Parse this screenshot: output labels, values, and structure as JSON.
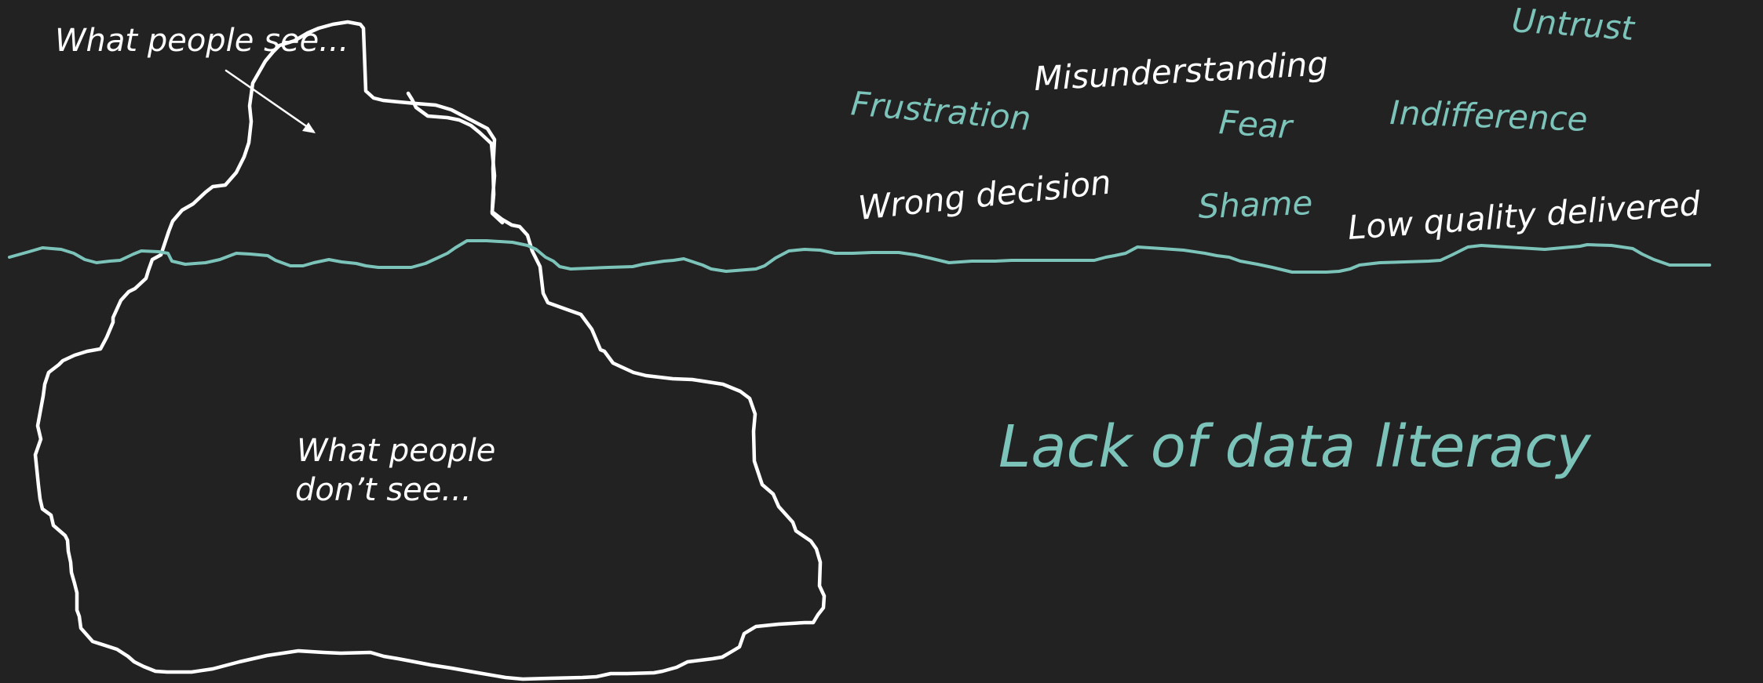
{
  "colors": {
    "background": "#222222",
    "ink": "#ffffff",
    "accent": "#7cc4ba"
  },
  "labels": {
    "above": "What people see...",
    "below_line1": "What people",
    "below_line2": "don’t see...",
    "title": "Lack of data literacy"
  },
  "words": [
    {
      "text": "Untrust",
      "color": "accent"
    },
    {
      "text": "Misunderstanding",
      "color": "ink"
    },
    {
      "text": "Frustration",
      "color": "accent"
    },
    {
      "text": "Fear",
      "color": "accent"
    },
    {
      "text": "Indifference",
      "color": "accent"
    },
    {
      "text": "Wrong decision",
      "color": "ink"
    },
    {
      "text": "Shame",
      "color": "accent"
    },
    {
      "text": "Low quality delivered",
      "color": "ink"
    }
  ]
}
